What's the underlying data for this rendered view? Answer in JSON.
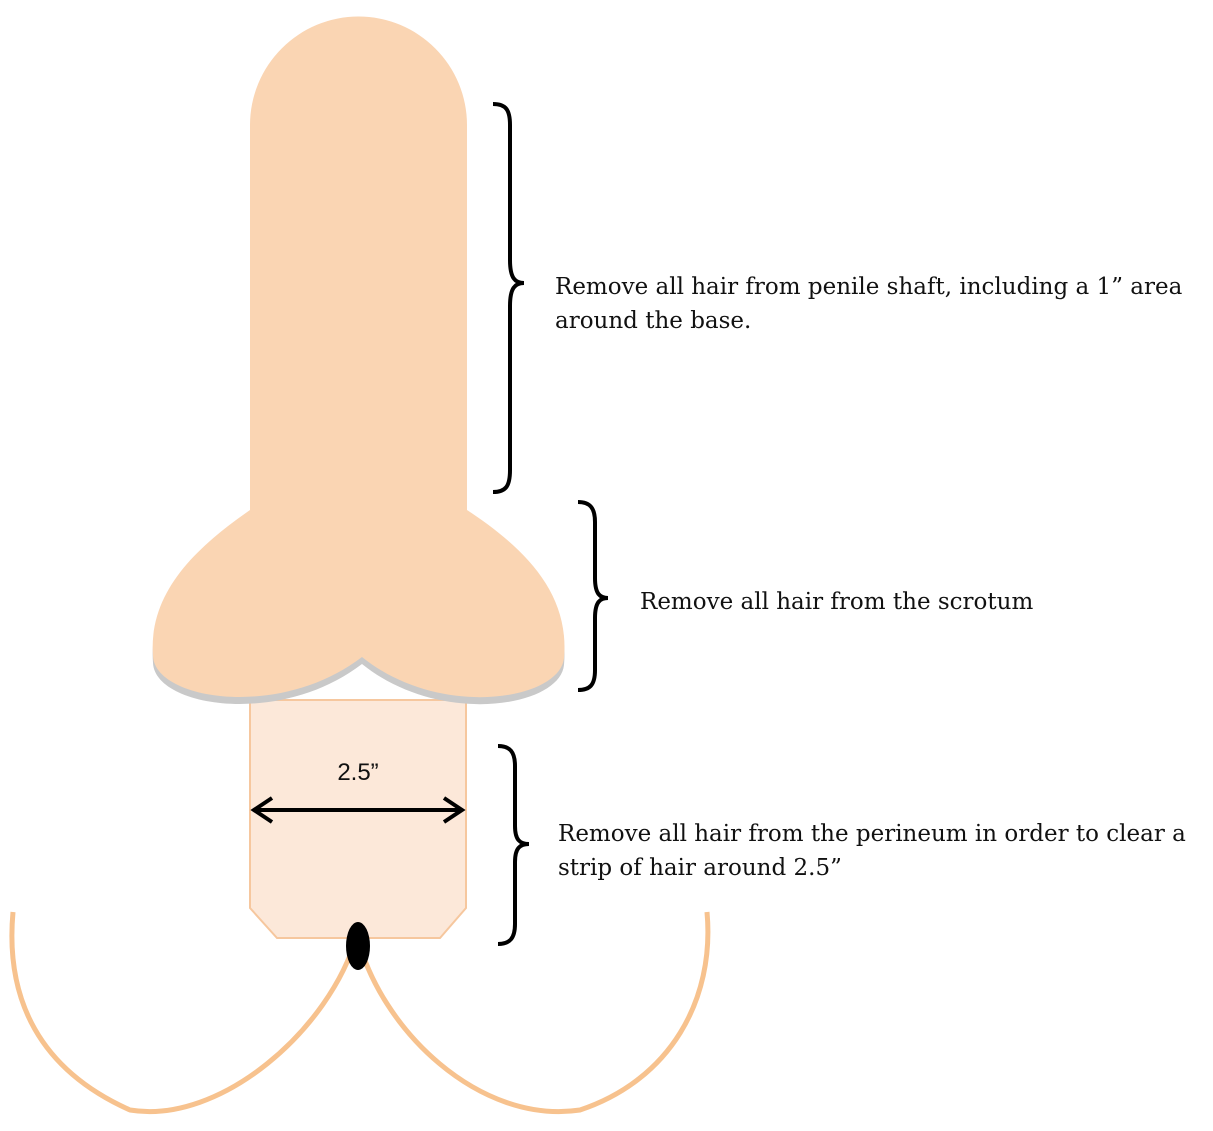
{
  "annotations": {
    "shaft": "Remove all hair from penile shaft, including a 1” area around the base.",
    "scrotum": "Remove all hair from the scrotum",
    "perineum": "Remove all hair from the perineum in order to clear a strip of hair around 2.5”"
  },
  "measurement": {
    "width_label": "2.5”"
  },
  "colors": {
    "skin": "#FAD5B3",
    "skin_light": "#FCE8D9",
    "outline_orange": "#F7C28E",
    "shadow": "#C9C9C9",
    "ink": "#000000"
  }
}
